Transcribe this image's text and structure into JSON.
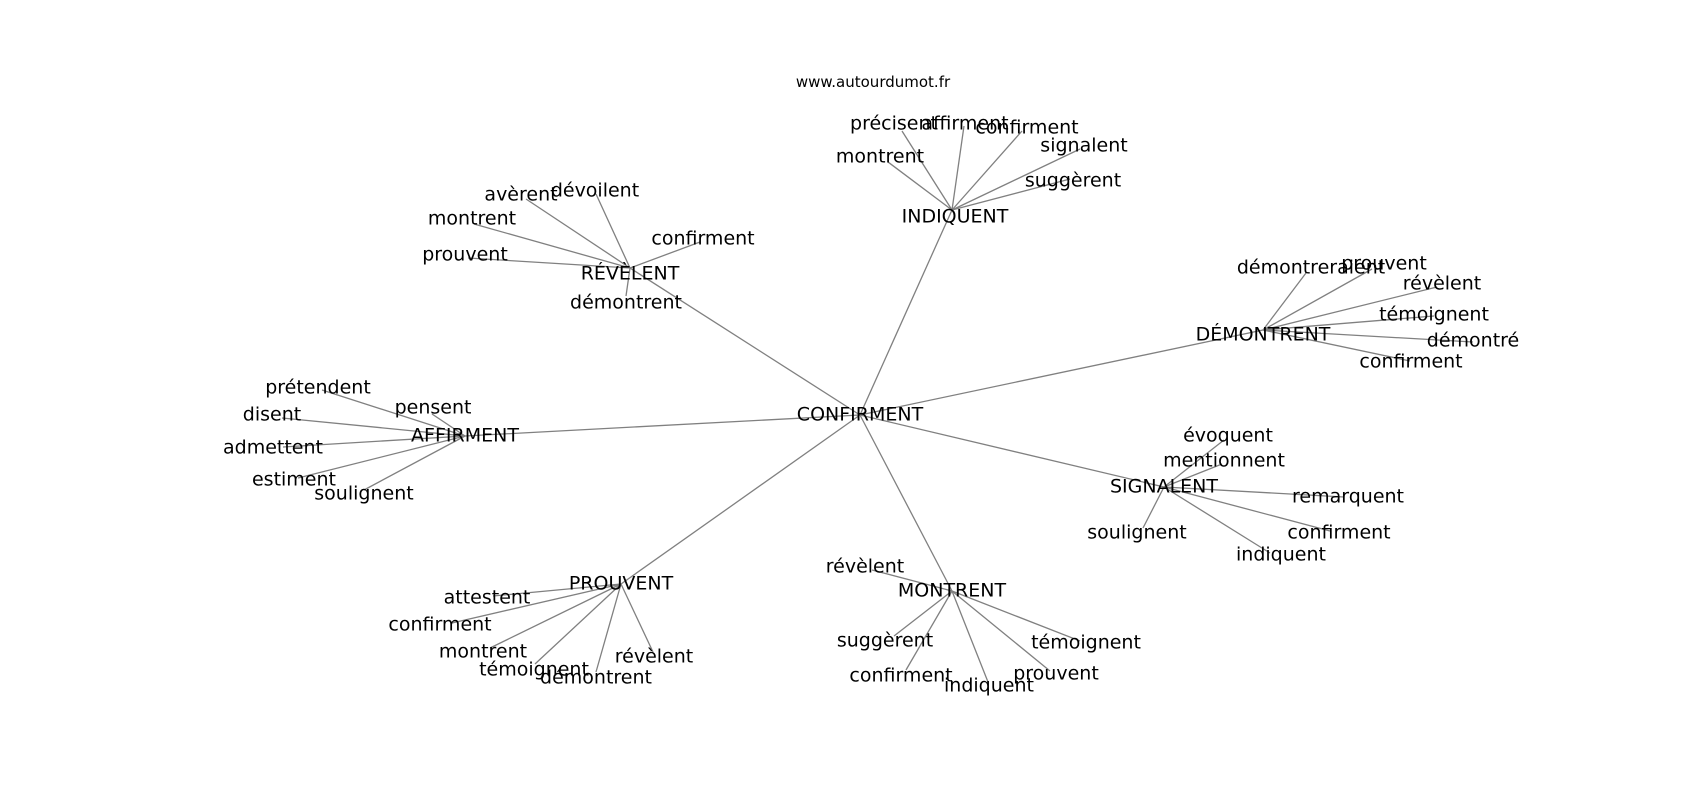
{
  "watermark": "www.autourdumot.fr",
  "colors": {
    "edge": "#808080",
    "text": "#000000",
    "background": "#ffffff"
  },
  "graph": {
    "center": "CONFIRMENT",
    "hubs": [
      {
        "id": "indiquent",
        "label": "INDIQUENT",
        "leaves": [
          "précisent",
          "affirment",
          "confirment",
          "montrent",
          "signalent",
          "suggèrent"
        ]
      },
      {
        "id": "revelent",
        "label": "RÉVÈLENT",
        "leaves": [
          "avèrent",
          "dévoilent",
          "montrent",
          "confirment",
          "prouvent",
          "démontrent"
        ]
      },
      {
        "id": "demontrent",
        "label": "DÉMONTRENT",
        "leaves": [
          "démontreraient",
          "prouvent",
          "révèlent",
          "témoignent",
          "démontré",
          "confirment"
        ]
      },
      {
        "id": "affirment",
        "label": "AFFIRMENT",
        "leaves": [
          "prétendent",
          "pensent",
          "disent",
          "admettent",
          "estiment",
          "soulignent"
        ]
      },
      {
        "id": "signalent",
        "label": "SIGNALENT",
        "leaves": [
          "évoquent",
          "mentionnent",
          "remarquent",
          "soulignent",
          "confirment",
          "indiquent"
        ]
      },
      {
        "id": "prouvent",
        "label": "PROUVENT",
        "leaves": [
          "attestent",
          "confirment",
          "montrent",
          "témoignent",
          "démontrent",
          "révèlent"
        ]
      },
      {
        "id": "montrent",
        "label": "MONTRENT",
        "leaves": [
          "révèlent",
          "suggèrent",
          "témoignent",
          "confirment",
          "indiquent",
          "prouvent"
        ]
      }
    ]
  }
}
